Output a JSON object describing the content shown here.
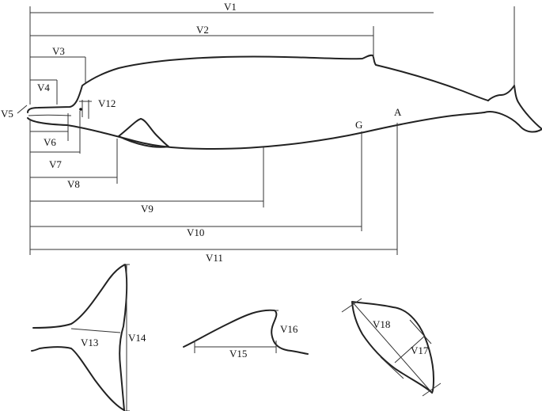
{
  "labels": {
    "v1": "V1",
    "v2": "V2",
    "v3": "V3",
    "v4": "V4",
    "v5": "V5",
    "v6": "V6",
    "v7": "V7",
    "v8": "V8",
    "v9": "V9",
    "v10": "V10",
    "v11": "V11",
    "v12": "V12",
    "v13": "V13",
    "v14": "V14",
    "v15": "V15",
    "v16": "V16",
    "v17": "V17",
    "v18": "V18",
    "point_g": "G",
    "point_a": "A"
  }
}
